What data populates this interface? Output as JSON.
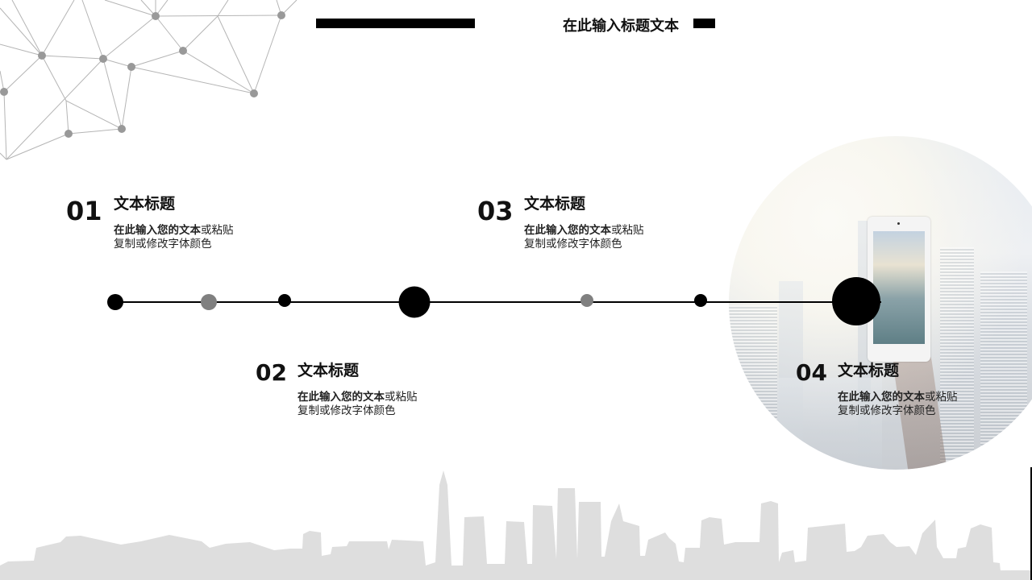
{
  "header": {
    "title": "在此输入标题文本"
  },
  "timeline": {
    "line_color": "#000000",
    "dots": [
      {
        "color": "#000000",
        "size": "small"
      },
      {
        "color": "#808080",
        "size": "small"
      },
      {
        "color": "#000000",
        "size": "small"
      },
      {
        "color": "#000000",
        "size": "large"
      },
      {
        "color": "#808080",
        "size": "small"
      },
      {
        "color": "#000000",
        "size": "small"
      },
      {
        "color": "#000000",
        "size": "large"
      }
    ]
  },
  "steps": [
    {
      "number": "01",
      "title": "文本标题",
      "desc_bold": "在此输入您的文本",
      "desc_rest": "或粘贴",
      "desc_line2": "复制或修改字体颜色"
    },
    {
      "number": "02",
      "title": "文本标题",
      "desc_bold": "在此输入您的文本",
      "desc_rest": "或粘贴",
      "desc_line2": "复制或修改字体颜色"
    },
    {
      "number": "03",
      "title": "文本标题",
      "desc_bold": "在此输入您的文本",
      "desc_rest": "或粘贴",
      "desc_line2": "复制或修改字体颜色"
    },
    {
      "number": "04",
      "title": "文本标题",
      "desc_bold": "在此输入您的文本",
      "desc_rest": "或粘贴",
      "desc_line2": "复制或修改字体颜色"
    }
  ],
  "image": {
    "subject": "city-skyline-with-tablet-photo"
  },
  "decorations": {
    "network_color": "#999999",
    "skyline_color": "#dedede"
  }
}
